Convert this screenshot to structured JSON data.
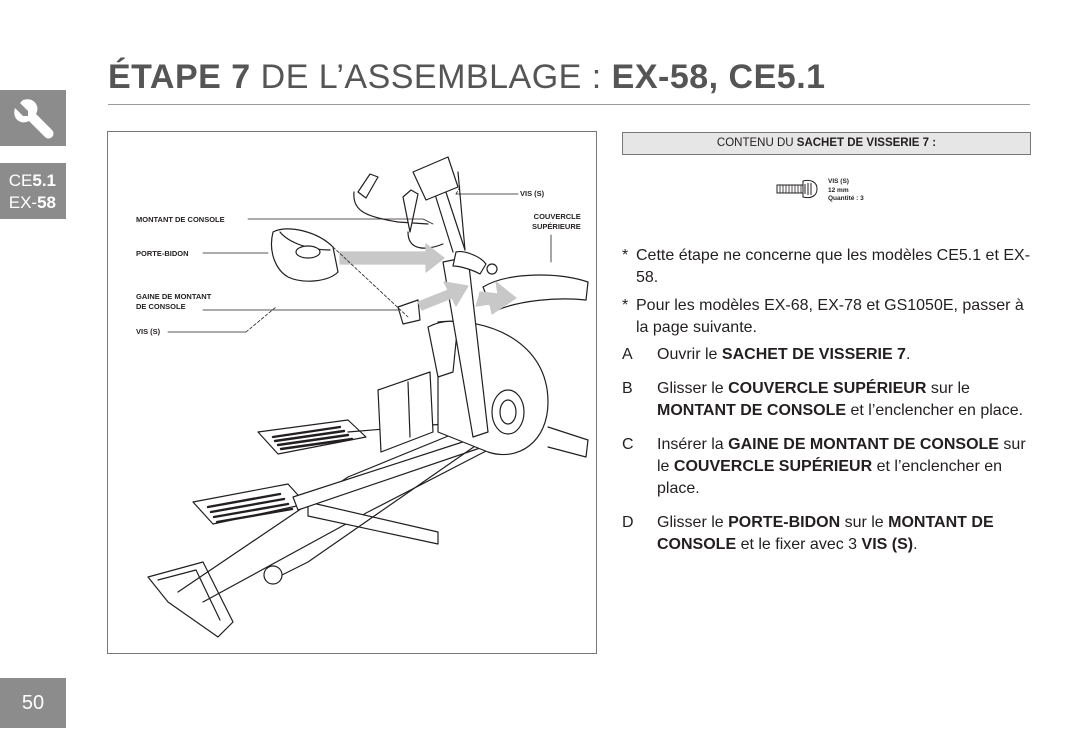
{
  "title": {
    "bold_prefix": "ÉTAPE 7",
    "middle": " DE L’ASSEMBLAGE : ",
    "bold_suffix": "EX-58, CE5.1"
  },
  "side": {
    "model_line1_a": "CE",
    "model_line1_b": "5.1",
    "model_line2_a": "EX-",
    "model_line2_b": "58",
    "page_number": "50"
  },
  "icons": {
    "wrench": "wrench-icon",
    "screw": "screw-icon"
  },
  "colors": {
    "tab_gray": "#8c8c8c",
    "box_gray": "#e6e6e6",
    "arrow_gray": "#c8c8c8"
  },
  "figure": {
    "callouts": {
      "vis_top": "VIS (S)",
      "montant": "MONTANT DE CONSOLE",
      "couvercle_1": "COUVERCLE",
      "couvercle_2": "SUPÉRIEURE",
      "porte_bidon": "PORTE-BIDON",
      "gaine_1": "GAINE DE MONTANT",
      "gaine_2": "DE CONSOLE",
      "vis_bottom": "VIS (S)"
    }
  },
  "parts": {
    "header_prefix": "CONTENU DU ",
    "header_bold": "SACHET DE VISSERIE 7 :",
    "screw_name": "VIS (S)",
    "screw_size": "12 mm",
    "screw_qty": "Quantité : 3"
  },
  "notes": [
    {
      "mark": "*",
      "text": "Cette étape ne concerne que les modèles CE5.1 et EX-58."
    },
    {
      "mark": "*",
      "text": "Pour les modèles EX-68, EX-78 et GS1050E, passer à la page suivante."
    }
  ],
  "steps": {
    "a": {
      "letter": "A",
      "t1": "Ouvrir le ",
      "b1": "SACHET DE VISSERIE 7",
      "t2": "."
    },
    "b": {
      "letter": "B",
      "t1": "Glisser le ",
      "b1": "COUVERCLE SUPÉRIEUR",
      "t2": " sur le ",
      "b2": "MONTANT DE CONSOLE",
      "t3": " et l’enclencher en place."
    },
    "c": {
      "letter": "C",
      "t1": "Insérer la ",
      "b1": "GAINE DE MONTANT DE CONSOLE",
      "t2": " sur le ",
      "b2": "COUVERCLE SUPÉRIEUR",
      "t3": " et l’enclencher en place."
    },
    "d": {
      "letter": "D",
      "t1": "Glisser le ",
      "b1": "PORTE-BIDON",
      "t2": " sur le ",
      "b2": "MONTANT DE CONSOLE",
      "t3": " et le fixer avec 3 ",
      "b3": "VIS (S)",
      "t4": "."
    }
  }
}
